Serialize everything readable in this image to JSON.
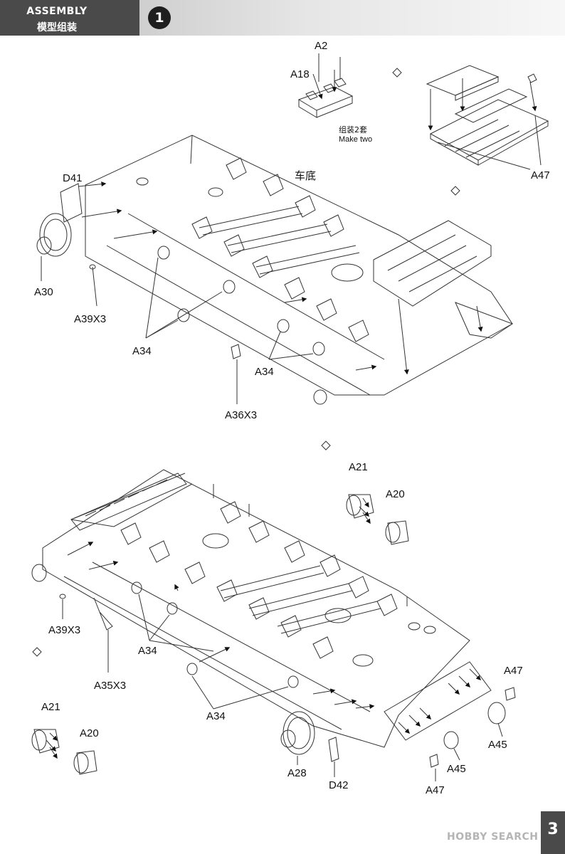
{
  "header": {
    "title_en": "ASSEMBLY",
    "title_zh": "模型组装",
    "step_number": "1"
  },
  "callouts": {
    "a2": "A2",
    "a18": "A18",
    "make_two_zh": "组装2套",
    "make_two_en": "Make two",
    "a47_top": "A47",
    "d41": "D41",
    "chassis_zh": "车底",
    "a30": "A30",
    "a39x3_top": "A39X3",
    "a34_top_left": "A34",
    "a34_top_mid": "A34",
    "a36x3": "A36X3",
    "a21_right": "A21",
    "a20_right": "A20",
    "a39x3_bottom": "A39X3",
    "a34_bottom_left": "A34",
    "a35x3": "A35X3",
    "a34_bottom_mid": "A34",
    "a47_bottom_right": "A47",
    "a45_right": "A45",
    "a21_left": "A21",
    "a20_left": "A20",
    "a45_mid": "A45",
    "a28": "A28",
    "d42": "D42",
    "a47_bottom": "A47"
  },
  "page_number": "3",
  "watermark": "HOBBY SEARCH",
  "colors": {
    "header_dark": "#4a4a4a",
    "header_gradient_start": "#cfcfcf",
    "header_gradient_end": "#f7f7f7",
    "line_art": "#333333"
  }
}
